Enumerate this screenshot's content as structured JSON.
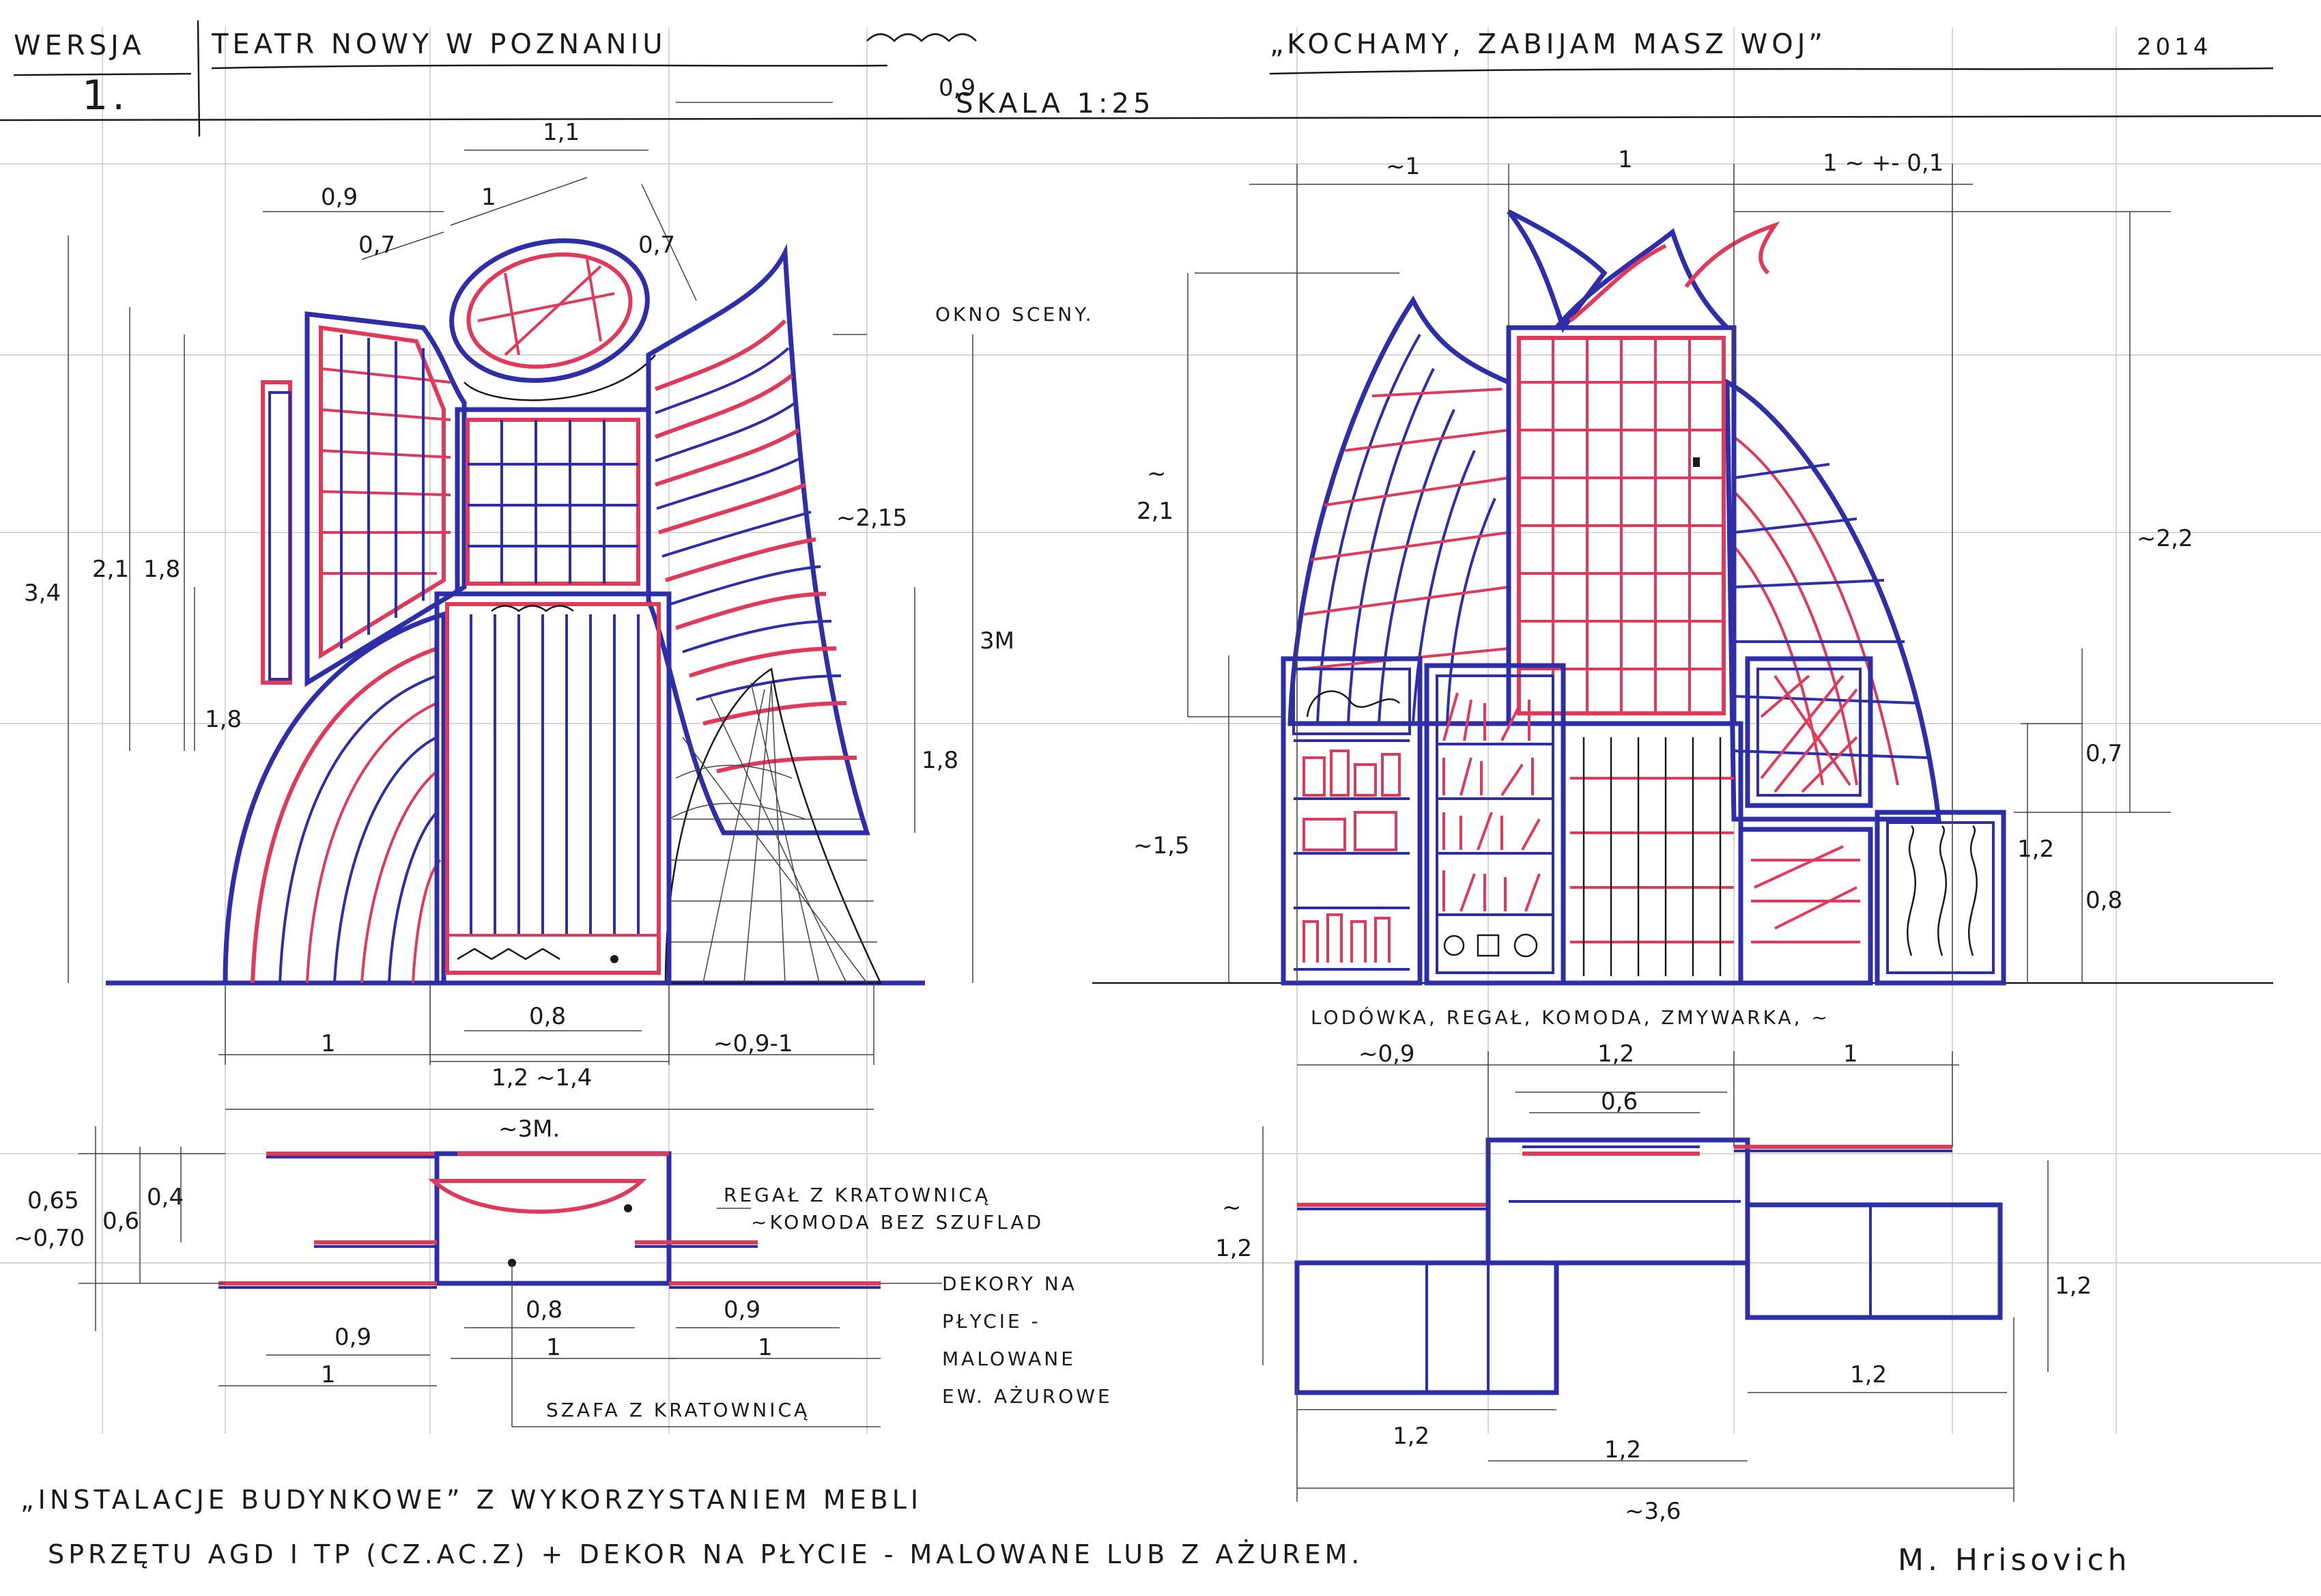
{
  "header": {
    "version_label": "WERSJA",
    "version_number": "1.",
    "theatre": "TEATR NOWY W POZNANIU",
    "scale": "SKALA 1:25",
    "play_title": "„KOCHAMY, ZABIJAM MASZ WOJ”",
    "year": "2014"
  },
  "left_elevation": {
    "dims": {
      "top_09": "0,9",
      "width_11": "1,1",
      "diag_1": "1",
      "diag_09": "0,9",
      "diag_07a": "0,7",
      "diag_07b": "0,7",
      "h_34": "3,4",
      "h_21": "2,1",
      "h_18a": "1,8",
      "h_18b": "1,8",
      "h_215": "~2,15",
      "h_3m": "3M",
      "h_18c": "1,8",
      "bottom_1": "1",
      "bottom_08": "0,8",
      "bottom_12_14": "1,2 ~1,4",
      "bottom_09_1": "~0,9-1",
      "total_3m": "~3M."
    },
    "label_okno": "OKNO SCENY."
  },
  "left_plan": {
    "dims": {
      "d_065": "0,65",
      "d_070": "~0,70",
      "d_06": "0,6",
      "d_04": "0,4",
      "d_09a": "0,9",
      "d_1a": "1",
      "d_08": "0,8",
      "d_1b": "1",
      "d_09b": "0,9",
      "d_1c": "1"
    },
    "notes": {
      "regal_1": "REGAŁ Z KRATOWNICĄ",
      "regal_2": "~KOMODA BEZ SZUFLAD",
      "dekory_1": "DEKORY NA",
      "dekory_2": "PŁYCIE -",
      "dekory_3": "MALOWANE",
      "dekory_4": "EW. AŻUROWE",
      "szafa": "SZAFA Z KRATOWNICĄ"
    }
  },
  "right_elevation": {
    "dims": {
      "top_1a": "~1",
      "top_1b": "1",
      "top_1c": "1 ~ +- 0,1",
      "h_21": "2,1",
      "h_21_tilde": "~",
      "h_22": "~2,2",
      "h_15": "~1,5",
      "h_07": "0,7",
      "h_12": "1,2",
      "h_08": "0,8"
    },
    "furniture_list": "LODÓWKA, REGAŁ, KOMODA, ZMYWARKA, ~"
  },
  "right_plan": {
    "dims": {
      "w_09": "~0,9",
      "w_12a": "1,2",
      "w_1": "1",
      "w_06": "0,6",
      "h_12a": "1,2",
      "h_12a_tilde": "~",
      "h_12b": "1,2",
      "w_12b": "1,2",
      "w_12c": "1,2",
      "w_12d": "1,2",
      "total_36": "~3,6"
    }
  },
  "footer": {
    "line1": "„INSTALACJE BUDYNKOWE” Z WYKORZYSTANIEM MEBLI",
    "line2": "SPRZĘTU AGD I TP (CZ.AC.Z) + DEKOR NA PŁYCIE - MALOWANE LUB Z AŻUREM.",
    "signature": "M. Hrisovich"
  },
  "colors": {
    "blue": "#2e2ea8",
    "red": "#e03a5a",
    "ink": "#1a1a1a"
  }
}
